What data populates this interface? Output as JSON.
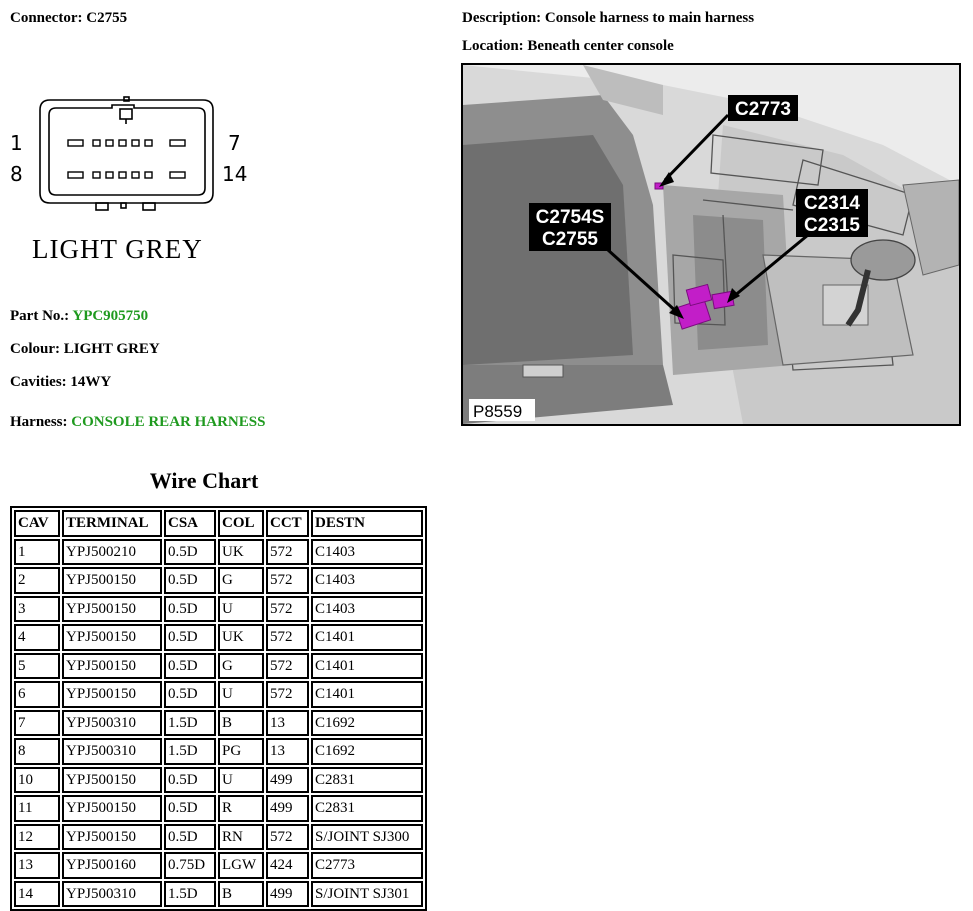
{
  "connector": {
    "label": "Connector:",
    "value": "C2755"
  },
  "description": {
    "label": "Description:",
    "value": "Console harness to main harness"
  },
  "location": {
    "label": "Location:",
    "value": "Beneath center console"
  },
  "diagram": {
    "pin_top_left": "1",
    "pin_top_right": "7",
    "pin_bottom_left": "8",
    "pin_bottom_right": "14",
    "colour_text": "LIGHT GREY"
  },
  "details": {
    "part_label": "Part No.:",
    "part_value": "YPC905750",
    "colour_label": "Colour:",
    "colour_value": "LIGHT GREY",
    "cavities_label": "Cavities:",
    "cavities_value": "14WY",
    "harness_label": "Harness:",
    "harness_value": "CONSOLE REAR HARNESS"
  },
  "photo": {
    "callout_1": "C2773",
    "callout_2a": "C2754S",
    "callout_2b": "C2755",
    "callout_3a": "C2314",
    "callout_3b": "C2315",
    "ref": "P8559"
  },
  "wire_chart": {
    "title": "Wire Chart",
    "headers": [
      "CAV",
      "TERMINAL",
      "CSA",
      "COL",
      "CCT",
      "DESTN"
    ],
    "rows": [
      [
        "1",
        "YPJ500210",
        "0.5D",
        "UK",
        "572",
        "C1403"
      ],
      [
        "2",
        "YPJ500150",
        "0.5D",
        "G",
        "572",
        "C1403"
      ],
      [
        "3",
        "YPJ500150",
        "0.5D",
        "U",
        "572",
        "C1403"
      ],
      [
        "4",
        "YPJ500150",
        "0.5D",
        "UK",
        "572",
        "C1401"
      ],
      [
        "5",
        "YPJ500150",
        "0.5D",
        "G",
        "572",
        "C1401"
      ],
      [
        "6",
        "YPJ500150",
        "0.5D",
        "U",
        "572",
        "C1401"
      ],
      [
        "7",
        "YPJ500310",
        "1.5D",
        "B",
        "13",
        "C1692"
      ],
      [
        "8",
        "YPJ500310",
        "1.5D",
        "PG",
        "13",
        "C1692"
      ],
      [
        "10",
        "YPJ500150",
        "0.5D",
        "U",
        "499",
        "C2831"
      ],
      [
        "11",
        "YPJ500150",
        "0.5D",
        "R",
        "499",
        "C2831"
      ],
      [
        "12",
        "YPJ500150",
        "0.5D",
        "RN",
        "572",
        "S/JOINT SJ300"
      ],
      [
        "13",
        "YPJ500160",
        "0.75D",
        "LGW",
        "424",
        "C2773"
      ],
      [
        "14",
        "YPJ500310",
        "1.5D",
        "B",
        "499",
        "S/JOINT SJ301"
      ]
    ]
  },
  "colors": {
    "highlight": "#1f9a1f",
    "connector_magenta": "#c21ec8"
  }
}
